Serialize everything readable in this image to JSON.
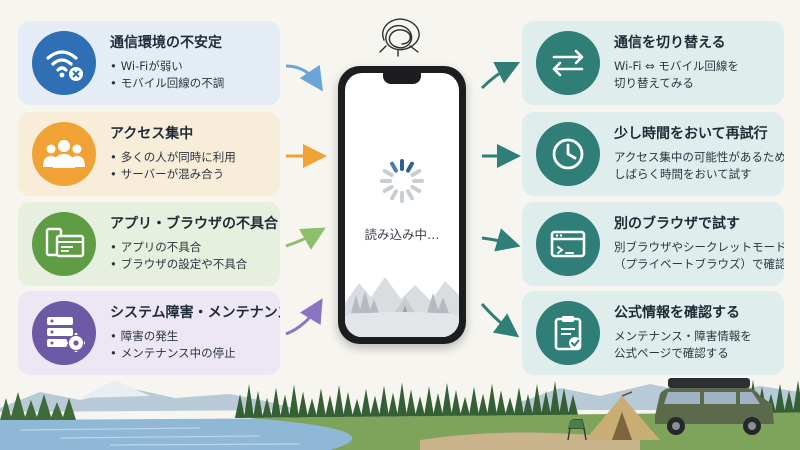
{
  "left_causes": [
    {
      "title": "通信環境の不安定",
      "lines": [
        "Wi-Fiが弱い",
        "モバイル回線の不調"
      ],
      "icon": "wifi-error-icon",
      "color": "#2f6fb3"
    },
    {
      "title": "アクセス集中",
      "lines": [
        "多くの人が同時に利用",
        "サーバーが混み合う"
      ],
      "icon": "people-group-icon",
      "color": "#f0a334"
    },
    {
      "title": "アプリ・ブラウザの不具合",
      "lines": [
        "アプリの不具合",
        "ブラウザの設定や不具合"
      ],
      "icon": "app-window-icon",
      "color": "#5f9d45"
    },
    {
      "title": "システム障害・メンテナンス",
      "lines": [
        "障害の発生",
        "メンテナンス中の停止"
      ],
      "icon": "server-gear-icon",
      "color": "#6d5aa6"
    }
  ],
  "right_solutions": [
    {
      "title": "通信を切り替える",
      "lines": [
        "Wi-Fi ⇔ モバイル回線を",
        "切り替えてみる"
      ],
      "icon": "switch-arrows-icon",
      "color": "#2f7f78"
    },
    {
      "title": "少し時間をおいて再試行",
      "lines": [
        "アクセス集中の可能性があるため、",
        "しばらく時間をおいて試す"
      ],
      "icon": "clock-icon",
      "color": "#2f7f78"
    },
    {
      "title": "別のブラウザで試す",
      "lines": [
        "別ブラウザやシークレットモード",
        "（プライベートブラウズ）で確認"
      ],
      "icon": "browser-window-icon",
      "color": "#2f7f78"
    },
    {
      "title": "公式情報を確認する",
      "lines": [
        "メンテナンス・障害情報を",
        "公式ページで確認する"
      ],
      "icon": "clipboard-check-icon",
      "color": "#2f7f78"
    }
  ],
  "phone": {
    "loading_text": "読み込み中…"
  },
  "colors": {
    "background": "#f7f5ef",
    "arrow_blue": "#6aa4d8",
    "arrow_orange": "#f0a334",
    "arrow_green": "#8dbf6a",
    "arrow_purple": "#8a74c2",
    "arrow_teal": "#2f7f78"
  }
}
